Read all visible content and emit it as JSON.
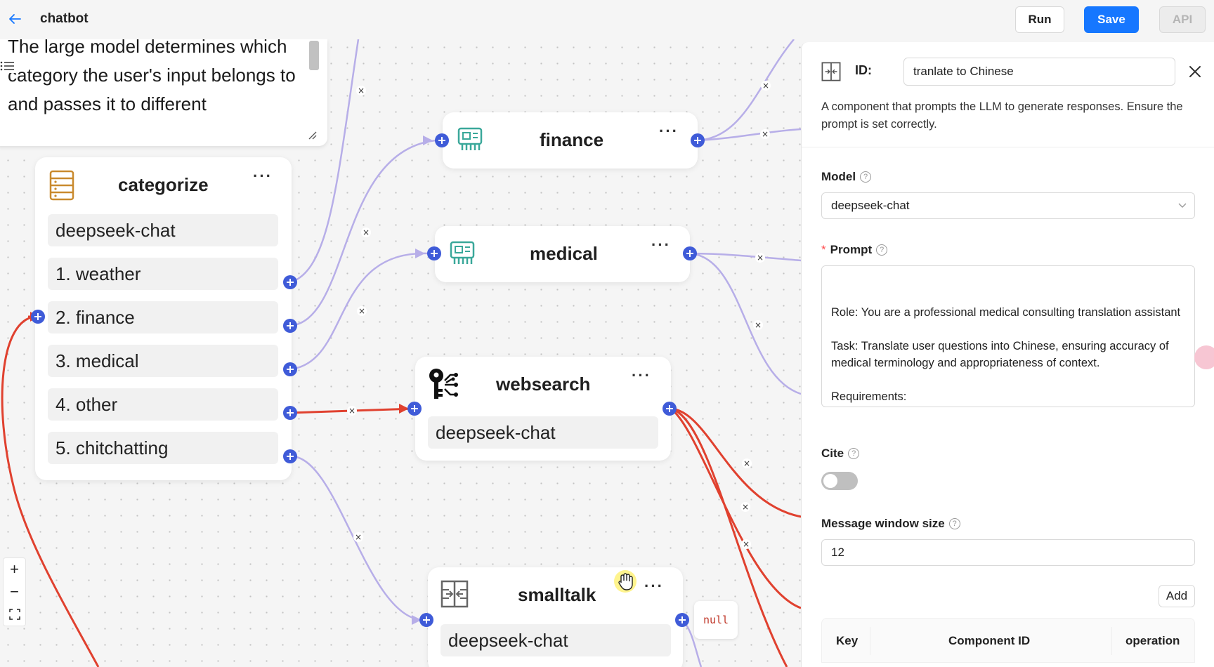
{
  "header": {
    "title": "chatbot",
    "run_label": "Run",
    "save_label": "Save",
    "api_label": "API"
  },
  "canvas": {
    "note_text": "The large model determines which category the user's input belongs to and passes it to different",
    "nodes": {
      "categorize": {
        "title": "categorize",
        "rows": [
          "deepseek-chat",
          "1. weather",
          "2. finance",
          "3. medical",
          "4. other",
          "5. chitchatting"
        ]
      },
      "finance": {
        "title": "finance"
      },
      "medical": {
        "title": "medical"
      },
      "websearch": {
        "title": "websearch",
        "model": "deepseek-chat"
      },
      "smalltalk": {
        "title": "smalltalk",
        "model": "deepseek-chat"
      }
    },
    "null_label": "null",
    "zoom": {
      "in": "+",
      "out": "−"
    },
    "colors": {
      "edge_default": "#b7aee8",
      "edge_active": "#e0412f",
      "port": "#3f5bd8"
    }
  },
  "panel": {
    "id_label": "ID:",
    "id_value": "tranlate to Chinese",
    "description": "A component that prompts the LLM to generate responses. Ensure the prompt is set correctly.",
    "model_label": "Model",
    "model_value": "deepseek-chat",
    "prompt_label": "Prompt",
    "prompt_value": "Role: You are a professional medical consulting translation assistant\n\nTask: Translate user questions into Chinese, ensuring accuracy of medical terminology and appropriateness of context.\n\nRequirements:",
    "cite_label": "Cite",
    "cite_enabled": false,
    "window_label": "Message window size",
    "window_value": "12",
    "add_label": "Add",
    "table_headers": [
      "Key",
      "Component ID",
      "operation"
    ]
  }
}
